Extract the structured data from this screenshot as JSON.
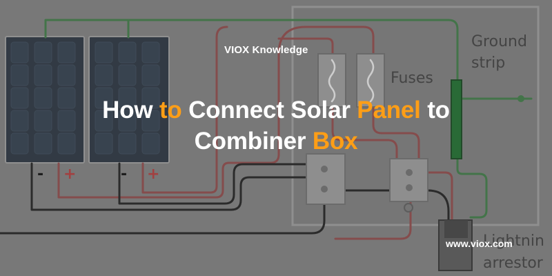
{
  "diagram": {
    "labels": {
      "ground_strip_line1": "Ground",
      "ground_strip_line2": "strip",
      "fuses": "Fuses",
      "lightning_arrestor_line1": "Lightnin",
      "lightning_arrestor_line2": "arrestor",
      "panel1_negative": "-",
      "panel1_positive": "+",
      "panel2_negative": "-",
      "panel2_positive": "+"
    },
    "colors": {
      "positive_wire": "#8f4a4a",
      "negative_wire": "#222222",
      "ground_wire": "#3f7b46",
      "ground_bar": "#1f6e2f",
      "panel_fill": "#2a3440"
    }
  },
  "overlay": {
    "brand": "VIOX Knowledge",
    "title_line1_parts": [
      {
        "text": "How ",
        "accent": false
      },
      {
        "text": "to",
        "accent": true
      },
      {
        "text": " Connect Solar ",
        "accent": false
      },
      {
        "text": "Panel",
        "accent": true
      },
      {
        "text": " to",
        "accent": false
      }
    ],
    "title_line2_parts": [
      {
        "text": "Combiner ",
        "accent": false
      },
      {
        "text": "Box",
        "accent": true
      }
    ],
    "website": "www.viox.com",
    "accent_color": "#ff9e16"
  }
}
